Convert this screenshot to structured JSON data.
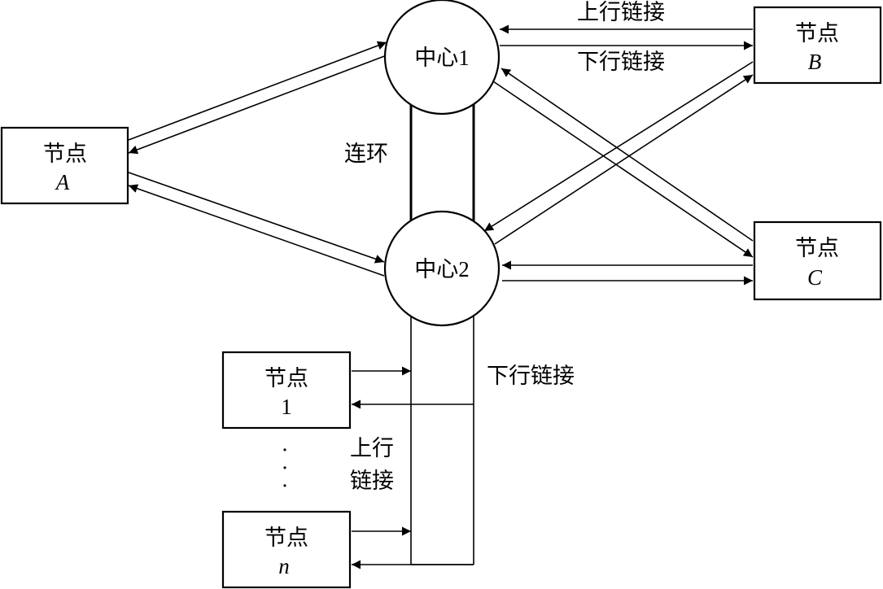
{
  "hubs": {
    "hub1": "中心1",
    "hub2": "中心2"
  },
  "nodes": {
    "a": {
      "label": "节点",
      "id": "A"
    },
    "b": {
      "label": "节点",
      "id": "B"
    },
    "c": {
      "label": "节点",
      "id": "C"
    },
    "one": {
      "label": "节点",
      "id": "1"
    },
    "n": {
      "label": "节点",
      "id": "n"
    }
  },
  "labels": {
    "uplink_top": "上行链接",
    "downlink_top": "下行链接",
    "ring": "连环",
    "downlink_bottom": "下行链接",
    "uplink_bottom_line1": "上行",
    "uplink_bottom_line2": "链接"
  },
  "ellipsis": [
    "·",
    "·",
    "·"
  ]
}
